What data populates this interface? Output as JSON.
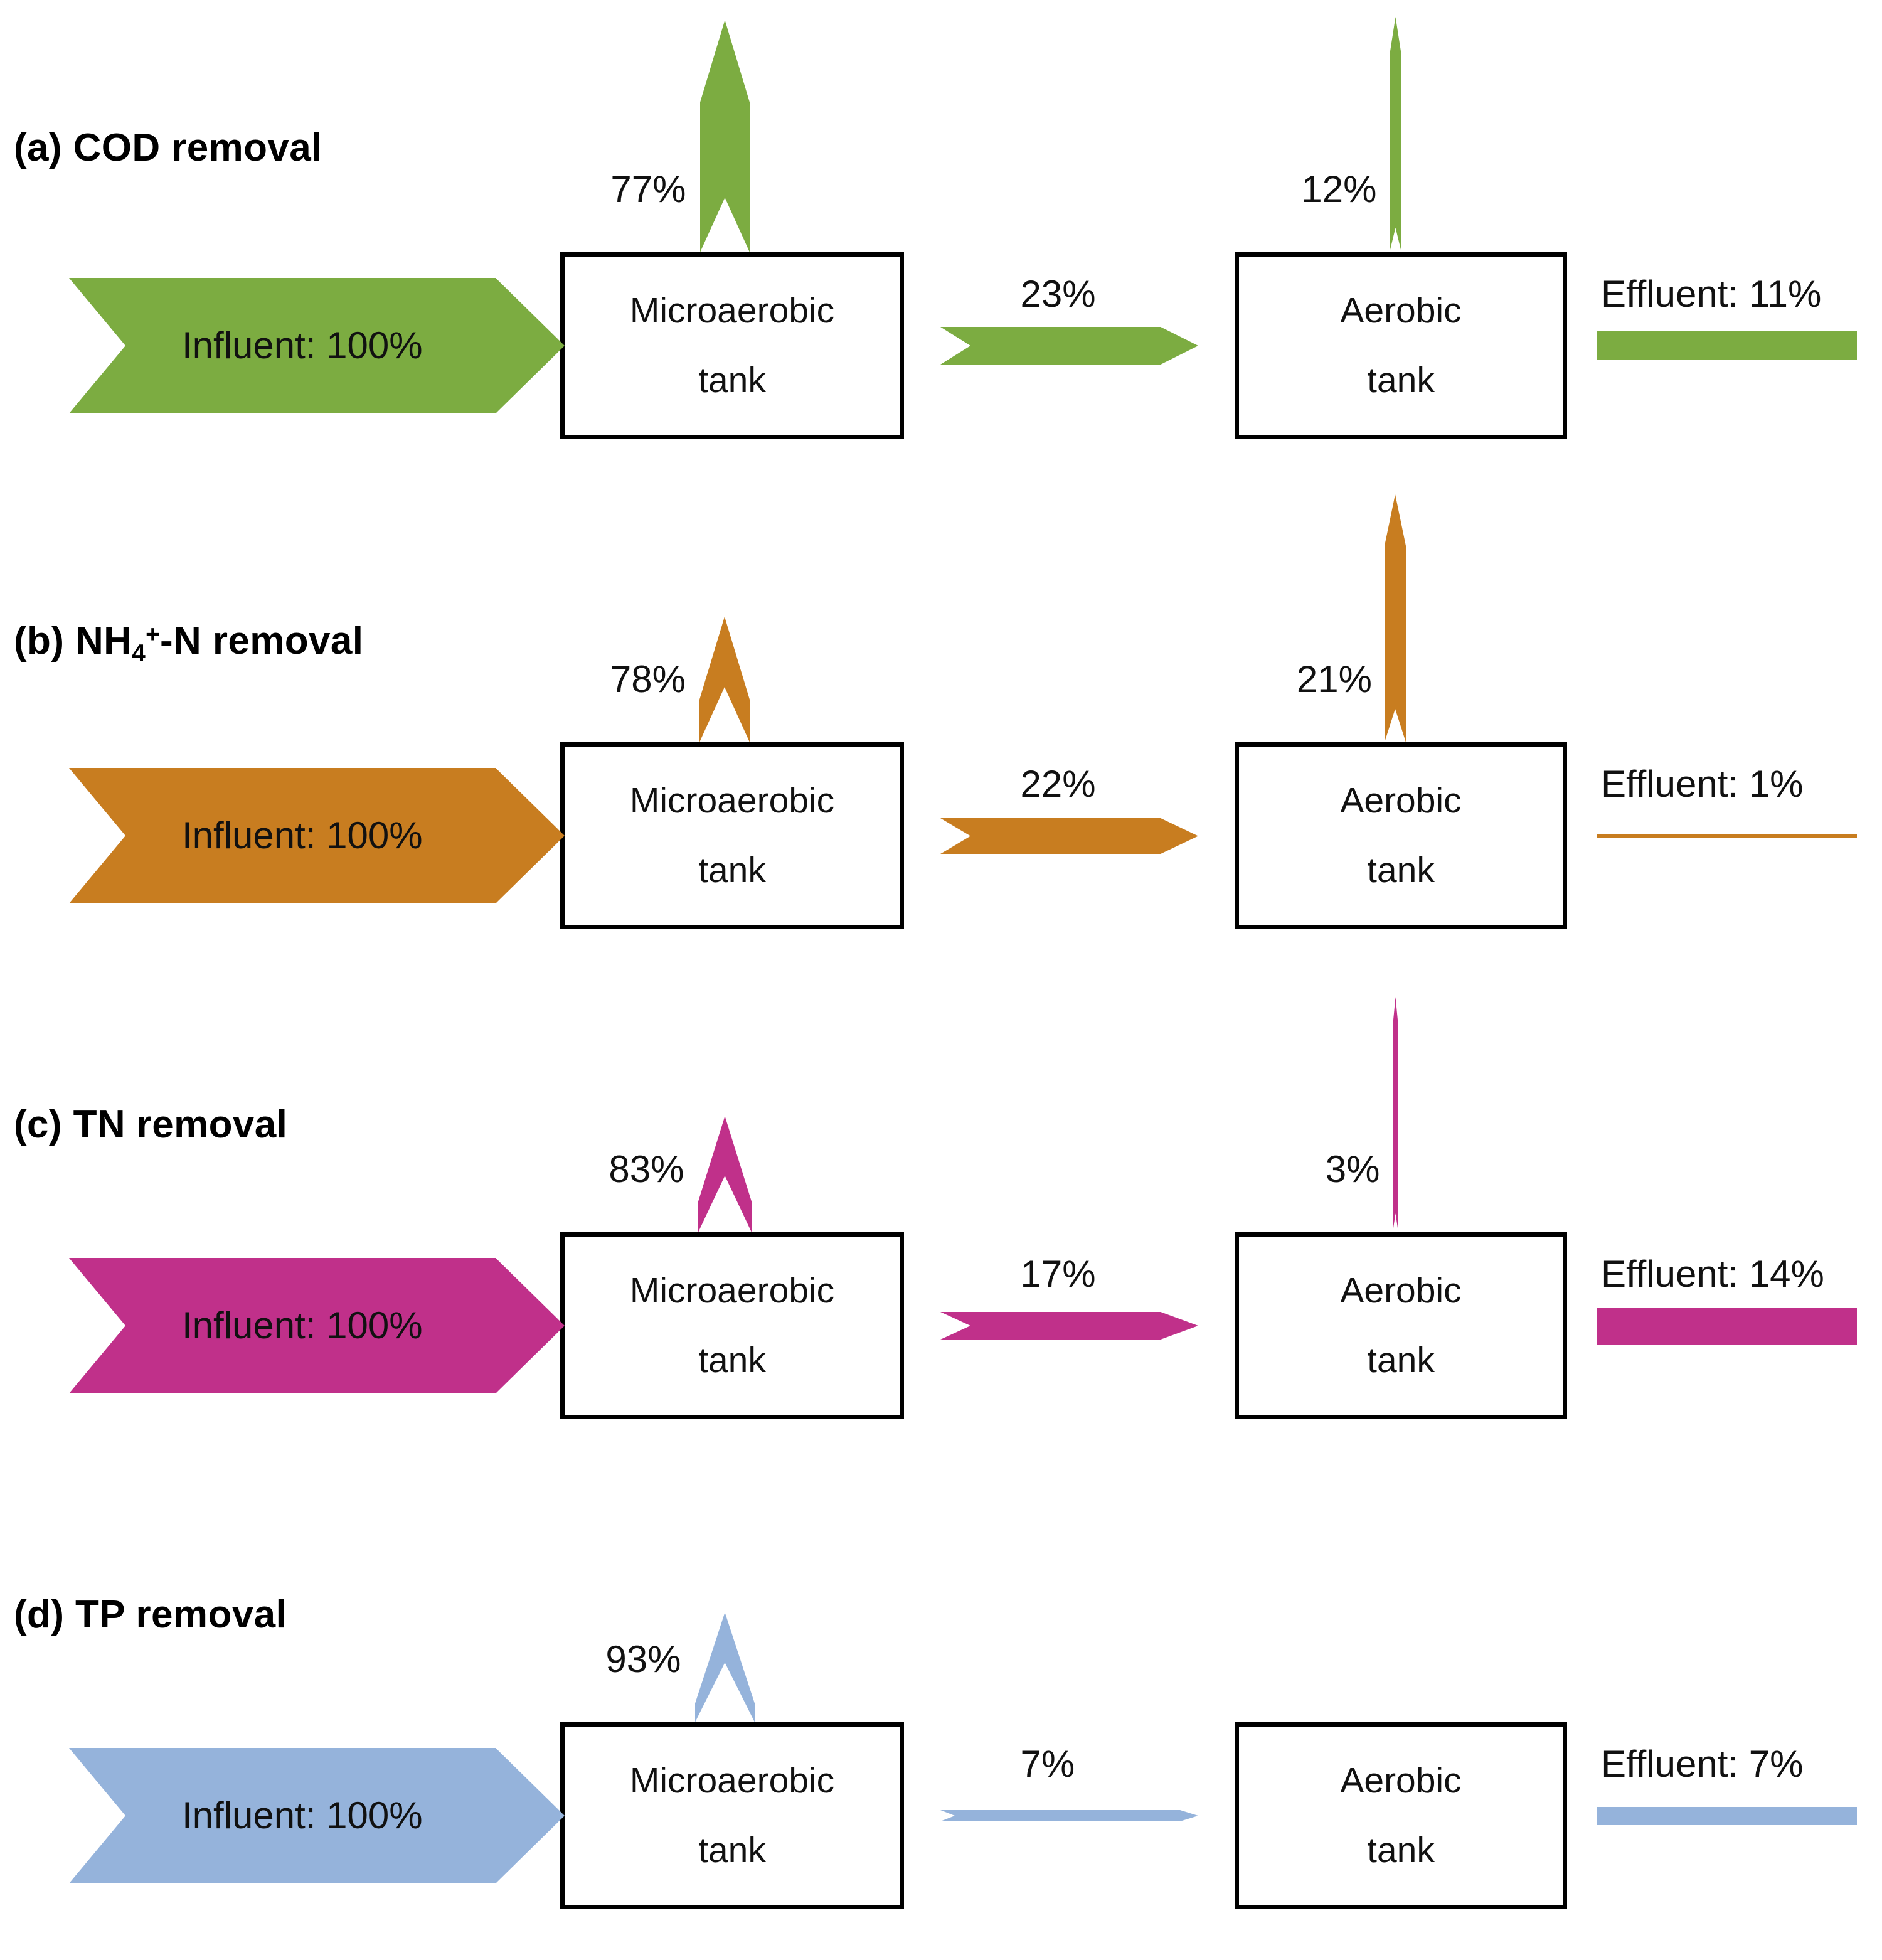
{
  "figure": {
    "title": "Mass balance of pollutant removal across microaerobic and aerobic tanks",
    "background": "#ffffff",
    "tank_labels": {
      "microaerobic_line1": "Microaerobic",
      "microaerobic_line2": "tank",
      "aerobic_line1": "Aerobic",
      "aerobic_line2": "tank"
    }
  },
  "chart_data": {
    "type": "diagram",
    "subtype": "sankey-style process flow",
    "title": "Pollutant removal distribution in a two-stage microaerobic-aerobic process",
    "panels": [
      {
        "id": "a",
        "caption": "(a) COD removal",
        "caption_plain": "(a) COD removal",
        "analyte": "COD",
        "color": "#7CAC41",
        "influent_label": "Influent: 100%",
        "influent_value": 100,
        "microaerobic_removed_label": "77%",
        "microaerobic_removed_value": 77,
        "to_aerobic_label": "23%",
        "to_aerobic_value": 23,
        "aerobic_removed_label": "12%",
        "aerobic_removed_value": 12,
        "effluent_label": "Effluent: 11%",
        "effluent_value": 11
      },
      {
        "id": "b",
        "caption": "(b) NH4+-N removal",
        "caption_plain": "(b) NH₄⁺-N removal",
        "analyte": "NH4+-N",
        "color": "#C87D20",
        "influent_label": "Influent: 100%",
        "influent_value": 100,
        "microaerobic_removed_label": "78%",
        "microaerobic_removed_value": 78,
        "to_aerobic_label": "22%",
        "to_aerobic_value": 22,
        "aerobic_removed_label": "21%",
        "aerobic_removed_value": 21,
        "effluent_label": "Effluent: 1%",
        "effluent_value": 1
      },
      {
        "id": "c",
        "caption": "(c) TN removal",
        "caption_plain": "(c) TN removal",
        "analyte": "TN",
        "color": "#C0308A",
        "influent_label": "Influent: 100%",
        "influent_value": 100,
        "microaerobic_removed_label": "83%",
        "microaerobic_removed_value": 83,
        "to_aerobic_label": "17%",
        "to_aerobic_value": 17,
        "aerobic_removed_label": "3%",
        "aerobic_removed_value": 3,
        "effluent_label": "Effluent: 14%",
        "effluent_value": 14
      },
      {
        "id": "d",
        "caption": "(d) TP removal",
        "caption_plain": "(d) TP removal",
        "analyte": "TP",
        "color": "#95B3DB",
        "influent_label": "Influent: 100%",
        "influent_value": 100,
        "microaerobic_removed_label": "93%",
        "microaerobic_removed_value": 93,
        "to_aerobic_label": "7%",
        "to_aerobic_value": 7,
        "aerobic_removed_label": "",
        "aerobic_removed_value": 0,
        "effluent_label": "Effluent: 7%",
        "effluent_value": 7
      }
    ]
  }
}
